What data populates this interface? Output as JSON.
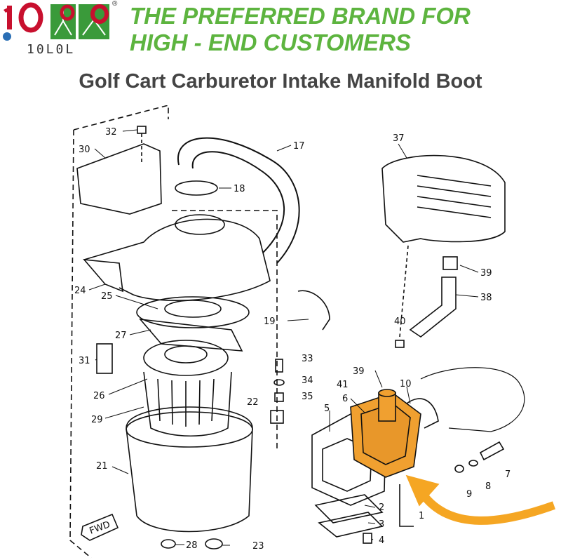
{
  "brand": {
    "logo_text": "10L0L",
    "registered": "®",
    "slogan_line1": "THE PREFERRED BRAND FOR",
    "slogan_line2": "HIGH - END CUSTOMERS",
    "green": "#5db43f",
    "red": "#c8102e"
  },
  "title": "Golf Cart Carburetor Intake Manifold Boot",
  "diagram": {
    "highlight_color": "#f0a030",
    "arrow_color": "#f5a623",
    "fwd_label": "FWD",
    "callouts": [
      "32",
      "30",
      "17",
      "18",
      "37",
      "24",
      "25",
      "27",
      "19",
      "39",
      "38",
      "40",
      "31",
      "33",
      "34",
      "35",
      "39",
      "41",
      "10",
      "6",
      "5",
      "26",
      "22",
      "29",
      "21",
      "7",
      "8",
      "9",
      "2",
      "3",
      "1",
      "4",
      "28",
      "23"
    ]
  }
}
